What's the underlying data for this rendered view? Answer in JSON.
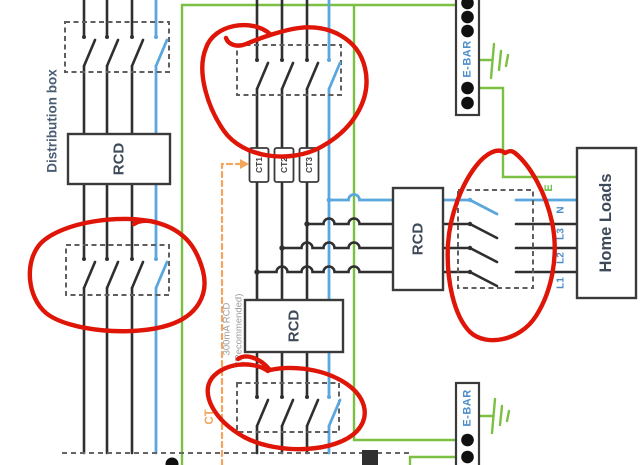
{
  "diagram": {
    "title_note": "three-phase home wiring schematic with hand-drawn red circles over the breaker groups",
    "labels": {
      "distribution_box": "Distribution box",
      "rcd": "RCD",
      "rcd_300ma_line1": "300mA RCD",
      "rcd_300ma_line2": "(Recommended)",
      "ct1": "CT1",
      "ct2": "CT2",
      "ct3": "CT3",
      "ct_arrow": "CT",
      "home_loads": "Home Loads",
      "ebar": "E-BAR",
      "earth": "E",
      "neutral": "N",
      "l1": "L1",
      "l2": "L2",
      "l3": "L3"
    },
    "colors": {
      "wire-black": "#2f2f2f",
      "wire-blue": "#5aa7dd",
      "wire-green": "#7cc043",
      "wire-orange": "#f2a55b",
      "annotation-red": "#de1507",
      "label-blue": "#4a8ec9",
      "label-green": "#6cbf45",
      "label-slate": "#4a5d73",
      "text-dark": "#3e4a59",
      "text-gray": "#9a9a9a",
      "box-border": "#3a3a3a",
      "dash-border": "#5f5f5f"
    },
    "annotations": {
      "type": "hand-drawn red circles",
      "count": 4,
      "highlighted": "four-pole breaker switch groups"
    }
  }
}
